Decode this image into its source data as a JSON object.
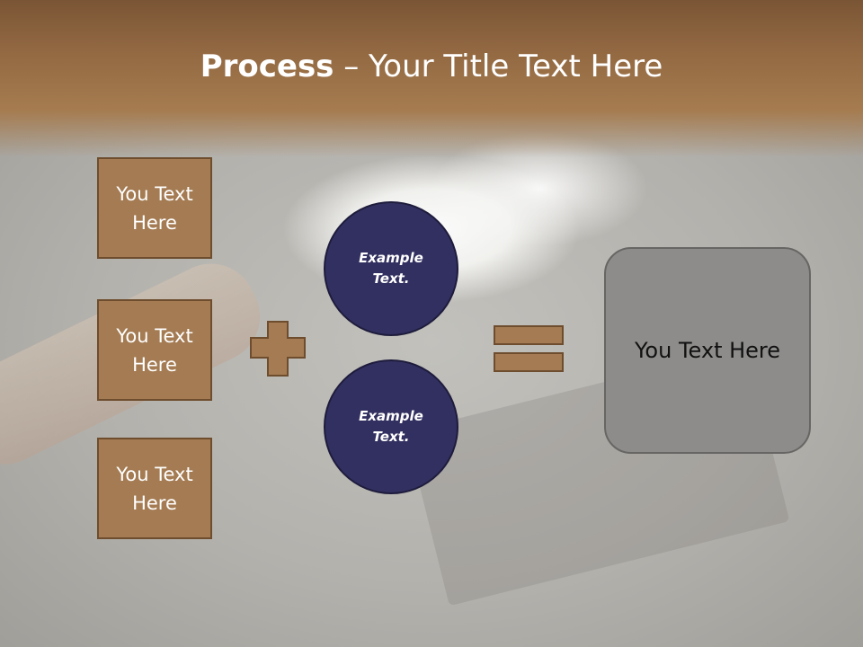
{
  "slide": {
    "title_bold": "Process",
    "title_rest": " – Your Title Text Here",
    "boxes": [
      {
        "line1": "You Text",
        "line2": "Here"
      },
      {
        "line1": "You Text",
        "line2": "Here"
      },
      {
        "line1": "You Text",
        "line2": "Here"
      }
    ],
    "circles": [
      {
        "line1": "Example",
        "line2": "Text."
      },
      {
        "line1": "Example",
        "line2": "Text."
      }
    ],
    "result_text": "You Text Here"
  },
  "colors": {
    "header": "#946a43",
    "box_fill": "#a47b52",
    "box_border": "#6e4d2e",
    "circle_fill": "#323060",
    "result_fill": "#8d8c8a"
  }
}
